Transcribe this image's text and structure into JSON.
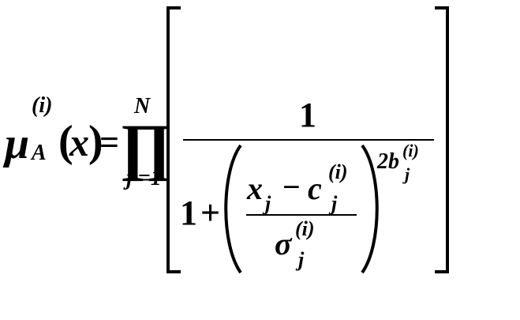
{
  "formula": {
    "mu": "μ",
    "mu_sub": "A",
    "mu_sup": "(i)",
    "arg_open": "(",
    "arg_var": "x",
    "arg_close": ")",
    "equals": "=",
    "product": "∏",
    "prod_upper": "N",
    "prod_lower": "j =1",
    "numerator": "1",
    "one": "1",
    "plus": "+",
    "x_var": "x",
    "x_sub": "j",
    "minus": "−",
    "c_var": "c",
    "c_sub": "j",
    "c_sup": "(i)",
    "sigma": "σ",
    "sigma_sub": "j",
    "sigma_sup": "(i)",
    "exp_coef": "2b",
    "exp_sub": "j",
    "exp_sup": "(i)"
  }
}
